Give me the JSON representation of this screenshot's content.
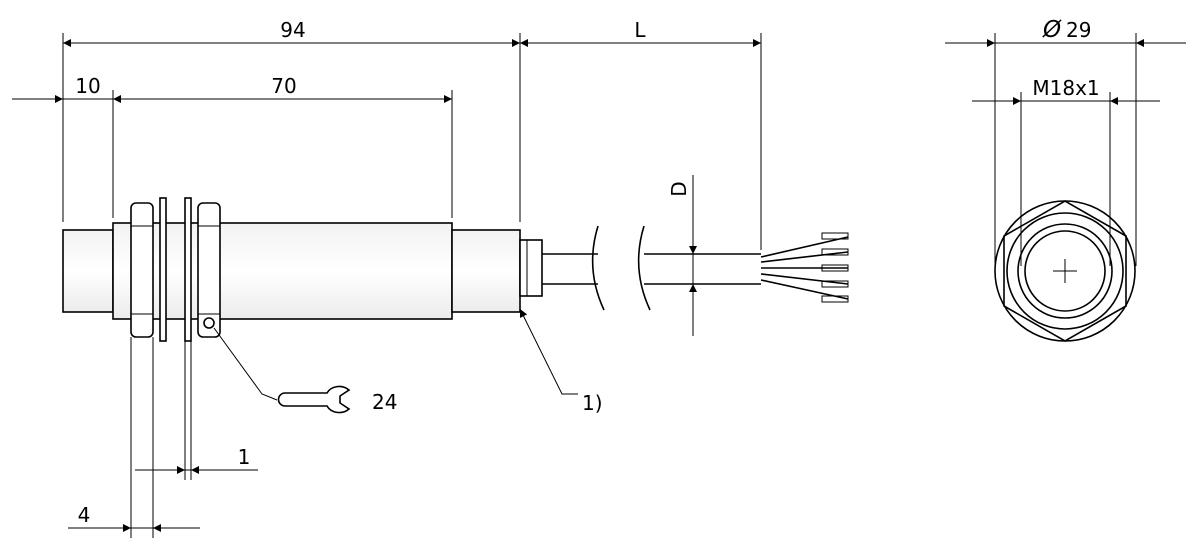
{
  "dimensions": {
    "overall_length": "94",
    "cable_length": "L",
    "front_length": "10",
    "thread_length": "70",
    "cable_diameter": "D",
    "nut_width": "4",
    "washer_thickness": "1",
    "outer_diameter_symbol": "Ø",
    "outer_diameter": "29",
    "thread_size": "M18x1"
  },
  "labels": {
    "wrench_size": "24",
    "note_ref": "1)"
  },
  "icons": {
    "wrench": "open-end-wrench-icon"
  },
  "colors": {
    "body_fill": "#f6f6f6",
    "line": "#000000"
  }
}
